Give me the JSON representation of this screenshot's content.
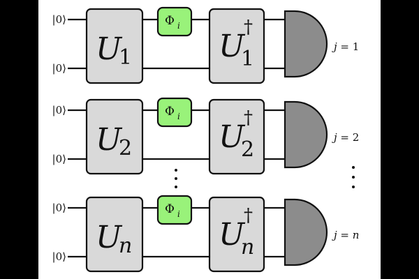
{
  "ket_label": "|0⟩",
  "phi_symbol": "Φ",
  "phi_subscript": "i",
  "u_symbol": "U",
  "dagger": "†",
  "colors": {
    "background": "#ffffff",
    "gate_fill": "#d9d9d9",
    "phi_fill": "#99f27a",
    "measure_fill": "#8c8c8c",
    "wire": "#111111"
  },
  "rows": [
    {
      "u_sub": "1",
      "u_sub_italic": false,
      "j_var": "j",
      "j_eq": " = ",
      "j_value": "1",
      "j_value_italic": false
    },
    {
      "u_sub": "2",
      "u_sub_italic": false,
      "j_var": "j",
      "j_eq": " = ",
      "j_value": "2",
      "j_value_italic": false
    },
    {
      "u_sub": "n",
      "u_sub_italic": true,
      "j_var": "j",
      "j_eq": " = ",
      "j_value": "n",
      "j_value_italic": true
    }
  ]
}
